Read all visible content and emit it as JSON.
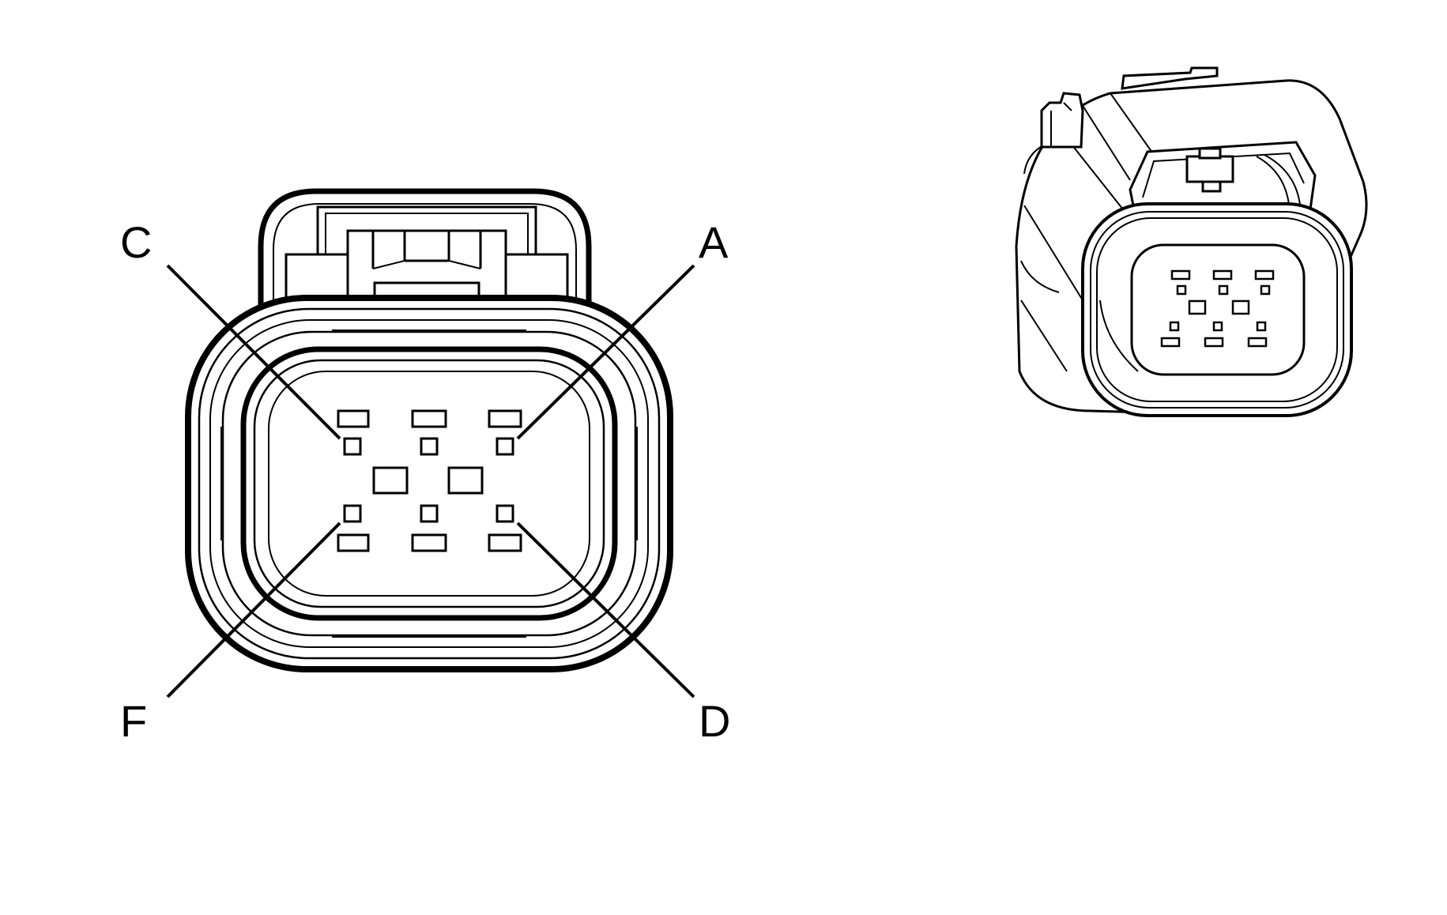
{
  "diagram": {
    "pin_labels": {
      "c": "C",
      "a": "A",
      "f": "F",
      "d": "D"
    },
    "colors": {
      "line": "#000000",
      "background": "#ffffff"
    }
  }
}
